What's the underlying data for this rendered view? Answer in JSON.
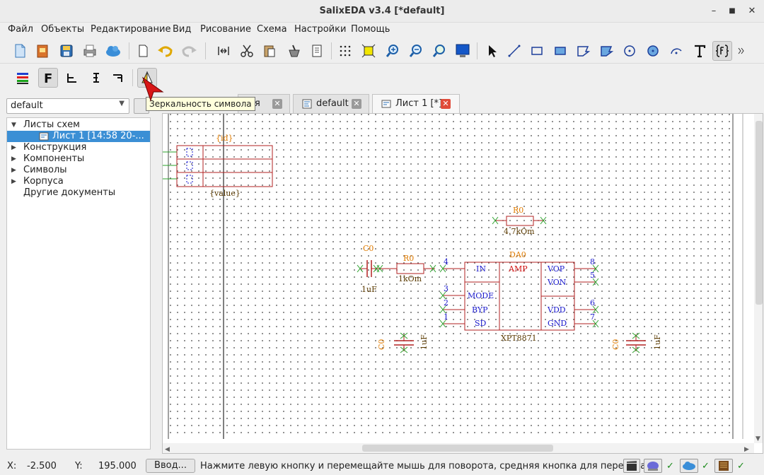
{
  "window": {
    "title": "SalixEDA v3.4 [*default]",
    "minimize": "–",
    "maximize": "■",
    "close": "✕"
  },
  "menu": [
    "Файл",
    "Объекты",
    "Редактирование",
    "Вид",
    "Рисование",
    "Схема",
    "Настройки",
    "Помощь"
  ],
  "tooltip": "Зеркальность символа",
  "left_panel": {
    "project_combo": "default",
    "tree": {
      "sheets_group": "Листы схем",
      "sheet_item": "Лист 1 [14:58 20-...",
      "construction": "Конструкция",
      "components": "Компоненты",
      "symbols": "Символы",
      "packages": "Корпуса",
      "other_docs": "Другие документы"
    }
  },
  "tabs": [
    {
      "label": "ния",
      "close": "✕"
    },
    {
      "label": "default",
      "close": "✕"
    },
    {
      "label": "Лист 1 [*]",
      "close": "✕"
    }
  ],
  "schematic": {
    "sym_id": "{id}",
    "sym_value": "{value}",
    "r0_top": {
      "name": "R0",
      "value": "4.7kOm"
    },
    "r0_mid": {
      "name": "R0",
      "value": "1kOm"
    },
    "c0_left": {
      "name": "C0",
      "value": "1uF"
    },
    "c0_bl": {
      "name": "C0",
      "value": "1uF"
    },
    "c0_br": {
      "name": "C0",
      "value": "1uF"
    },
    "opamp": {
      "ref": "DA0",
      "func": "AMP",
      "part": "XPT8871",
      "left_pins": [
        {
          "num": "4",
          "name": "IN"
        },
        {
          "num": "3",
          "name": "MODE"
        },
        {
          "num": "2",
          "name": "BYP"
        },
        {
          "num": "1",
          "name": "SD"
        }
      ],
      "right_pins": [
        {
          "num": "8",
          "name": "VOP"
        },
        {
          "num": "5",
          "name": "VON"
        },
        {
          "num": "6",
          "name": "VDD"
        },
        {
          "num": "7",
          "name": "GND"
        }
      ]
    }
  },
  "status": {
    "x_label": "X:",
    "x_value": "-2.500",
    "y_label": "Y:",
    "y_value": "195.000",
    "input_button": "Ввод...",
    "hint": "Нажмите левую кнопку и перемещайте мышь для поворота, средняя кнопка для переноса",
    "check1": "✓",
    "check2": "✓",
    "check3": "✓"
  },
  "colors": {
    "wire_red": "#b22222",
    "label_orange": "#e07b00",
    "pin_blue": "#1a1acc",
    "selection": "#3b8fd5"
  }
}
